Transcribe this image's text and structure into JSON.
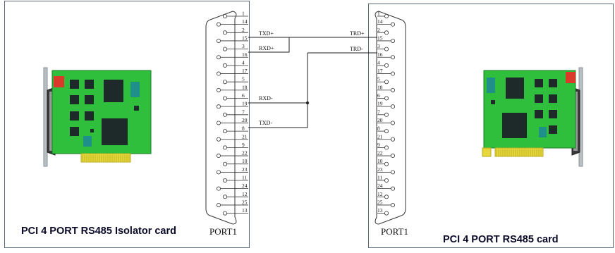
{
  "left_card": {
    "caption": "PCI 4 PORT RS485 Isolator card",
    "connector_label": "PORT1"
  },
  "right_card": {
    "caption": "PCI 4 PORT RS485 card",
    "connector_label": "PORT1"
  },
  "connector": {
    "pins": [
      "1",
      "14",
      "2",
      "15",
      "3",
      "16",
      "4",
      "17",
      "5",
      "18",
      "6",
      "19",
      "7",
      "20",
      "8",
      "21",
      "9",
      "22",
      "10",
      "23",
      "11",
      "24",
      "12",
      "25",
      "13"
    ]
  },
  "signals": {
    "left": [
      "TXD+",
      "RXD+",
      "RXD-",
      "TXD-"
    ],
    "right": [
      "TRD+",
      "TRD-"
    ]
  },
  "colors": {
    "pcb": "#2fbf3c",
    "chip": "#1e2a2a",
    "gold": "#e6d83a",
    "wire": "#222222"
  }
}
